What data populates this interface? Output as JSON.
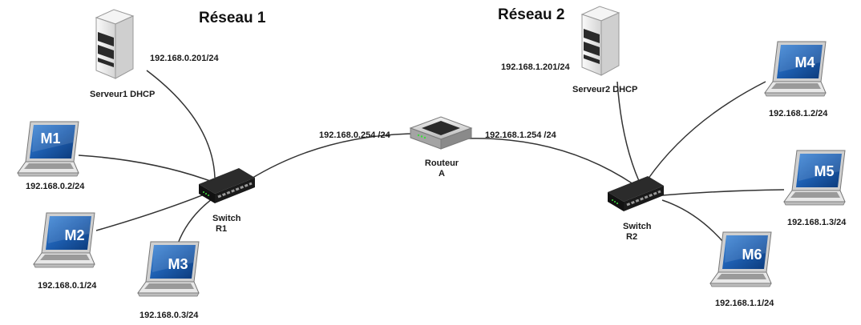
{
  "networks": [
    {
      "title": "Réseau 1"
    },
    {
      "title": "Réseau 2"
    }
  ],
  "servers": [
    {
      "name": "Serveur1 DHCP",
      "ip": "192.168.0.201/24"
    },
    {
      "name": "Serveur2 DHCP",
      "ip": "192.168.1.201/24"
    }
  ],
  "router": {
    "name_line1": "Routeur",
    "name_line2": "A",
    "ip_left": "192.168.0.254 /24",
    "ip_right": "192.168.1.254 /24"
  },
  "switches": [
    {
      "line1": "Switch",
      "line2": "R1"
    },
    {
      "line1": "Switch",
      "line2": "R2"
    }
  ],
  "machines": [
    {
      "name": "M1",
      "ip": "192.168.0.2/24"
    },
    {
      "name": "M2",
      "ip": "192.168.0.1/24"
    },
    {
      "name": "M3",
      "ip": "192.168.0.3/24"
    },
    {
      "name": "M4",
      "ip": "192.168.1.2/24"
    },
    {
      "name": "M5",
      "ip": "192.168.1.3/24"
    },
    {
      "name": "M6",
      "ip": "192.168.1.1/24"
    }
  ],
  "colors": {
    "cable": "#333333",
    "laptop_screen": "#1e5fb0",
    "device_dark": "#1c1c1c",
    "server_body": "#e6e6e6"
  },
  "icons": {
    "server": "server-icon",
    "laptop": "laptop-icon",
    "switch": "switch-icon",
    "router": "router-icon"
  }
}
